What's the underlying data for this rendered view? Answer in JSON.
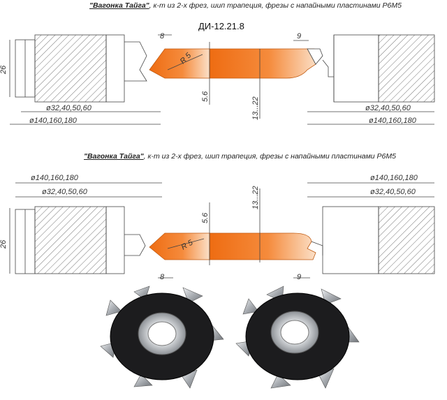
{
  "top": {
    "caption_title": "\"Вагонка Тайга\"",
    "caption_rest": ", к-т из 2-х фрез, шип трапеция, фрезы с напайными пластинами Р6М5",
    "code": "ДИ-12.21.8",
    "dim_8": "8",
    "dim_9": "9",
    "dim_26": "26",
    "dim_r5": "R 5",
    "dim_56": "5.6",
    "dim_1322": "13...22",
    "bore_left": "ø32,40,50,60",
    "outer_left": "ø140,160,180",
    "bore_right": "ø32,40,50,60",
    "outer_right": "ø140,160,180"
  },
  "bottom": {
    "caption_title": "\"Вагонка Тайга\"",
    "caption_rest": ", к-т из 2-х фрез, шип трапеция, фрезы с напайными пластинами Р6М5",
    "outer_left": "ø140,160,180",
    "bore_left": "ø32,40,50,60",
    "outer_right": "ø140,160,180",
    "bore_right": "ø32,40,50,60",
    "dim_26": "26",
    "dim_56": "5.6",
    "dim_1322": "13...22",
    "dim_r5": "R 5",
    "dim_8": "8",
    "dim_9": "9"
  },
  "colors": {
    "profile_orange": "#f07a22",
    "profile_light": "#f8c9a0",
    "cutter_body": "#1c1c1e",
    "cutter_steel": "#b9bcc0"
  }
}
